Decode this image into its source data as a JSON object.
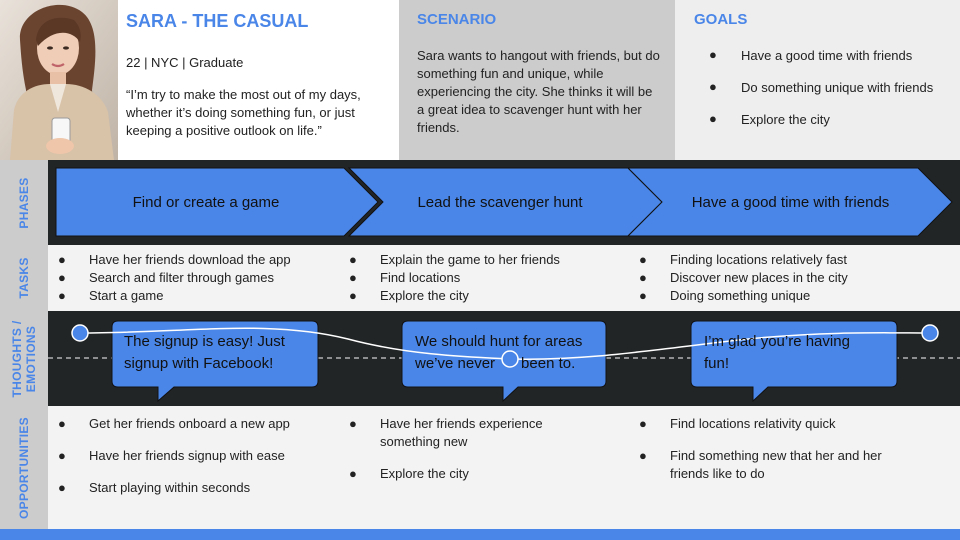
{
  "persona": {
    "name": "SARA - THE CASUAL",
    "meta": "22 | NYC | Graduate",
    "quote": "“I’m try to make the most out of my days, whether it’s doing something fun, or just keeping a positive outlook on life.”"
  },
  "scenario": {
    "title": "SCENARIO",
    "text": "Sara wants to hangout with friends, but do something fun and unique, while experiencing the city. She thinks it will be a great idea to scavenger hunt with her friends."
  },
  "goals": {
    "title": "GOALS",
    "bullet": "●",
    "items": [
      "Have a good time with friends",
      "Do something unique with friends",
      "Explore the city"
    ]
  },
  "row_labels": {
    "phases": "PHASES",
    "tasks": "TASKS",
    "thoughts_line1": "THOUGHTS /",
    "thoughts_line2": "EMOTIONS",
    "opportunities": "OPPORTUNITIES"
  },
  "phases": [
    "Find or create a game",
    "Lead the scavenger hunt",
    "Have a good time with friends"
  ],
  "tasks": [
    [
      "Have her friends download the app",
      "Search and filter through games",
      "Start a game"
    ],
    [
      "Explain the game to her friends",
      "Find locations",
      "Explore the city"
    ],
    [
      "Finding locations relatively fast",
      "Discover new places in the city",
      "Doing something unique"
    ]
  ],
  "thoughts": [
    {
      "line1": "The signup is easy! Just",
      "line2": "signup with Facebook!"
    },
    {
      "line1": "We should hunt for areas",
      "line2a": "we’ve never",
      "line2b": "been to."
    },
    {
      "line1": "I’m glad you’re having",
      "line2": "fun!"
    }
  ],
  "opportunities": [
    [
      "Get her friends onboard a new app",
      "Have her friends signup with ease",
      "Start playing within seconds"
    ],
    [
      [
        "Have her friends experience",
        "something new"
      ],
      "Explore the city"
    ],
    [
      "Find locations relativity quick",
      [
        "Find something new that her and her",
        "friends like to do"
      ]
    ]
  ],
  "colors": {
    "accent": "#4a86e8",
    "dark_band": "#222526",
    "light_band": "#f3f3f3",
    "label_column": "#cccccc"
  }
}
